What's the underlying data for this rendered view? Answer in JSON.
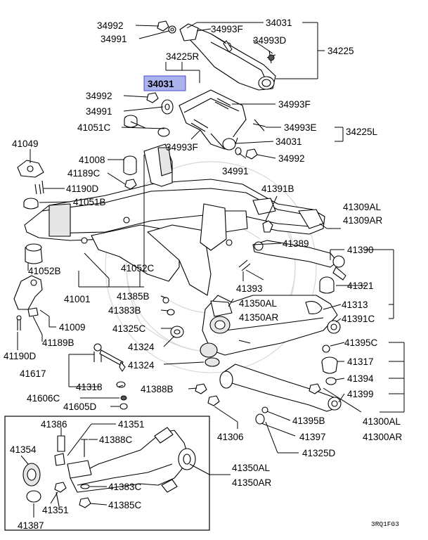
{
  "highlight_color": "#aab3ee",
  "diagram_code": "3RQ1F03",
  "labels": {
    "p34992_a": "34992",
    "p34031_a": "34031",
    "p34993F_a": "34993F",
    "p34991_a": "34991",
    "p34993D": "34993D",
    "p34225": "34225",
    "p34225R": "34225R",
    "p34031_hl": "34031",
    "p34992_b": "34992",
    "p34993F_b": "34993F",
    "p34991_b": "34991",
    "p41051C": "41051C",
    "p34993E": "34993E",
    "p34225L": "34225L",
    "p34993F_c": "34993F",
    "p34031_c": "34031",
    "p34991_c": "34991",
    "p34992_c": "34992",
    "p41049": "41049",
    "p41008": "41008",
    "p41189C": "41189C",
    "p41190D_a": "41190D",
    "p41051B": "41051B",
    "p41391B": "41391B",
    "p41309AL": "41309AL",
    "p41309AR": "41309AR",
    "p41389": "41389",
    "p41390": "41390",
    "p41052B": "41052B",
    "p41052C": "41052C",
    "p41393": "41393",
    "p41321": "41321",
    "p41001": "41001",
    "p41385B": "41385B",
    "p41383B": "41383B",
    "p41350AL_a": "41350AL",
    "p41313": "41313",
    "p41350AR_a": "41350AR",
    "p41391C": "41391C",
    "p41009": "41009",
    "p41325C": "41325C",
    "p41189B": "41189B",
    "p41324_a": "41324",
    "p41395C": "41395C",
    "p41190D_b": "41190D",
    "p41317": "41317",
    "p41617": "41617",
    "p41324_b": "41324",
    "p41394": "41394",
    "p41318": "41318",
    "p41388B": "41388B",
    "p41399": "41399",
    "p41606C": "41606C",
    "p41605D": "41605D",
    "p41300AL": "41300AL",
    "p41395B": "41395B",
    "p41386": "41386",
    "p41351_a": "41351",
    "p41306": "41306",
    "p41397": "41397",
    "p41300AR": "41300AR",
    "p41354": "41354",
    "p41388C": "41388C",
    "p41325D": "41325D",
    "p41350AL_b": "41350AL",
    "p41350AR_b": "41350AR",
    "p41383C": "41383C",
    "p41351_b": "41351",
    "p41385C": "41385C",
    "p41387": "41387"
  }
}
